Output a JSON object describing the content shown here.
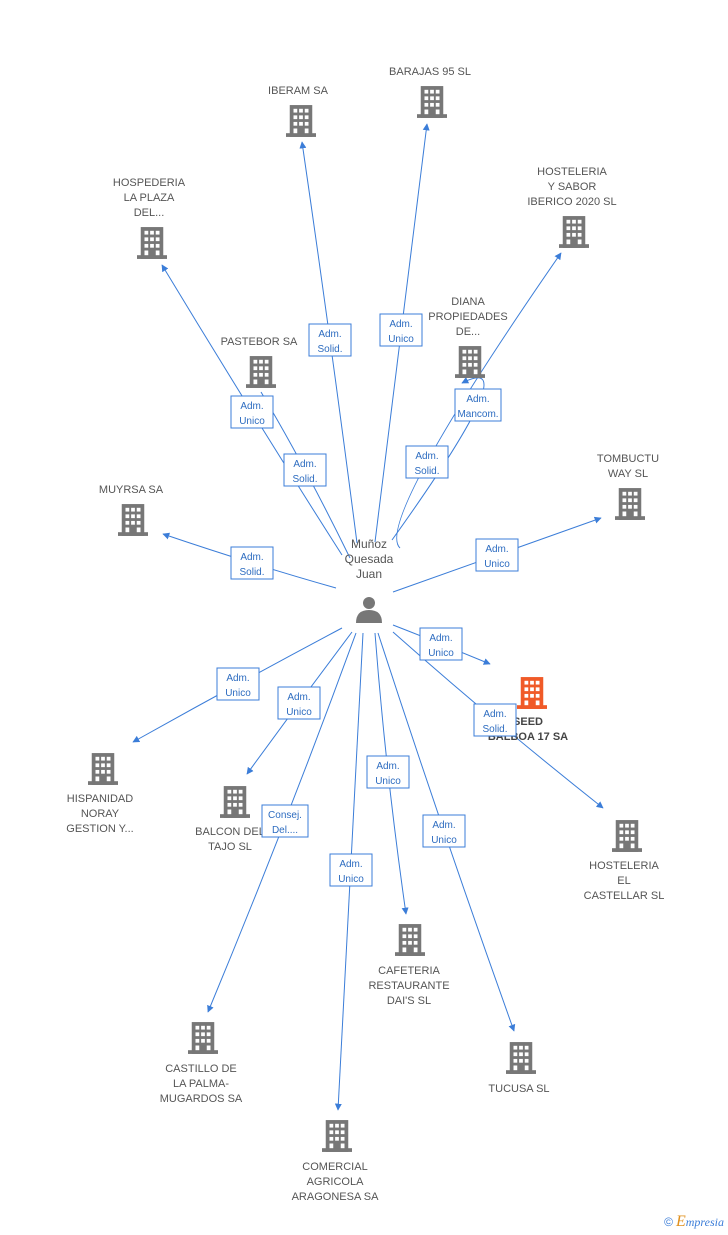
{
  "center": {
    "label": [
      "Muñoz",
      "Quesada",
      "Juan"
    ]
  },
  "companies": [
    {
      "id": "iberam",
      "label": [
        "IBERAM SA"
      ]
    },
    {
      "id": "barajas",
      "label": [
        "BARAJAS 95 SL"
      ]
    },
    {
      "id": "hospederia",
      "label": [
        "HOSPEDERIA",
        "LA PLAZA",
        "DEL..."
      ]
    },
    {
      "id": "hosteleria_sabor",
      "label": [
        "HOSTELERIA",
        "Y SABOR",
        "IBERICO 2020 SL"
      ]
    },
    {
      "id": "diana",
      "label": [
        "DIANA",
        "PROPIEDADES",
        "DE..."
      ]
    },
    {
      "id": "pastebor",
      "label": [
        "PASTEBOR SA"
      ]
    },
    {
      "id": "tombuctu",
      "label": [
        "TOMBUCTU",
        "WAY SL"
      ]
    },
    {
      "id": "muyrsa",
      "label": [
        "MUYRSA SA"
      ]
    },
    {
      "id": "seed",
      "label": [
        "SEED",
        "BALBOA 17 SA"
      ],
      "highlight": true
    },
    {
      "id": "hispanidad",
      "label": [
        "HISPANIDAD",
        "NORAY",
        "GESTION Y..."
      ]
    },
    {
      "id": "balcon",
      "label": [
        "BALCON DEL",
        "TAJO SL"
      ]
    },
    {
      "id": "hosteleria_castellar",
      "label": [
        "HOSTELERIA",
        "EL",
        "CASTELLAR SL"
      ]
    },
    {
      "id": "cafeteria",
      "label": [
        "CAFETERIA",
        "RESTAURANTE",
        "DAI'S  SL"
      ]
    },
    {
      "id": "castillo",
      "label": [
        "CASTILLO DE",
        "LA PALMA-",
        "MUGARDOS SA"
      ]
    },
    {
      "id": "tucusa",
      "label": [
        "TUCUSA  SL"
      ]
    },
    {
      "id": "comercial",
      "label": [
        "COMERCIAL",
        "AGRICOLA",
        "ARAGONESA SA"
      ]
    }
  ],
  "relations": [
    {
      "to": "iberam",
      "role": [
        "Adm.",
        "Solid."
      ]
    },
    {
      "to": "barajas",
      "role": [
        "Adm.",
        "Unico"
      ]
    },
    {
      "to": "hospederia",
      "role": [
        "Adm.",
        "Unico"
      ]
    },
    {
      "to": "pastebor",
      "role": [
        "Adm.",
        "Solid."
      ]
    },
    {
      "to": "diana",
      "role": [
        "Adm.",
        "Mancom."
      ]
    },
    {
      "to": "hosteleria_sabor",
      "role": [
        "Adm.",
        "Solid."
      ]
    },
    {
      "to": "tombuctu",
      "role": [
        "Adm.",
        "Unico"
      ]
    },
    {
      "to": "muyrsa",
      "role": [
        "Adm.",
        "Solid."
      ]
    },
    {
      "to": "seed",
      "role": [
        "Adm.",
        "Unico"
      ]
    },
    {
      "to": "hosteleria_castellar",
      "role": [
        "Adm.",
        "Solid."
      ]
    },
    {
      "to": "hispanidad",
      "role": [
        "Adm.",
        "Unico"
      ]
    },
    {
      "to": "balcon",
      "role": [
        "Adm.",
        "Unico"
      ]
    },
    {
      "to": "castillo",
      "role": [
        "Consej.",
        "Del...."
      ]
    },
    {
      "to": "cafeteria",
      "role": [
        "Adm.",
        "Unico"
      ]
    },
    {
      "to": "tucusa",
      "role": [
        "Adm.",
        "Unico"
      ]
    },
    {
      "to": "comercial",
      "role": [
        "Adm.",
        "Unico"
      ]
    }
  ],
  "colors": {
    "edge": "#3b7dd8",
    "building": "#777777",
    "highlight": "#f05a28",
    "person": "#777777"
  },
  "footer": {
    "copyright": "©",
    "brand_initial": "E",
    "brand_rest": "mpresia"
  }
}
